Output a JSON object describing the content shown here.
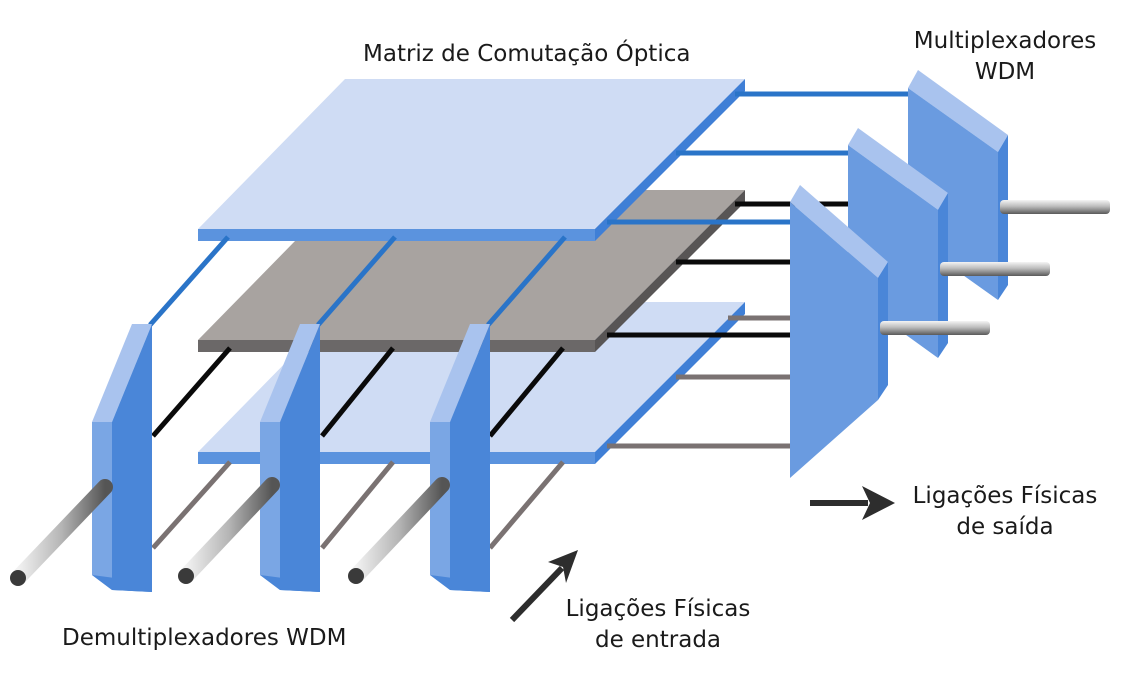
{
  "labels": {
    "matrix": "Matriz de Comutação Óptica",
    "mux_line1": "Multiplexadores",
    "mux_line2": "WDM",
    "demux": "Demultiplexadores WDM",
    "out_line1": "Ligações Físicas",
    "out_line2": "de saída",
    "in_line1": "Ligações Físicas",
    "in_line2": "de entrada"
  },
  "colors": {
    "plane_light": "#cfdcf4",
    "plane_edge": "#4a86d8",
    "plane_gray": "#a8a3a0",
    "plane_gray_edge": "#6b6868",
    "block_front": "#6a9be0",
    "block_side": "#4a86d8",
    "block_top": "#a9c3ee",
    "link_blue": "#2a74c8",
    "link_black": "#0a0a0a",
    "link_gray": "#7a7272",
    "arrow": "#2d2d2d"
  }
}
